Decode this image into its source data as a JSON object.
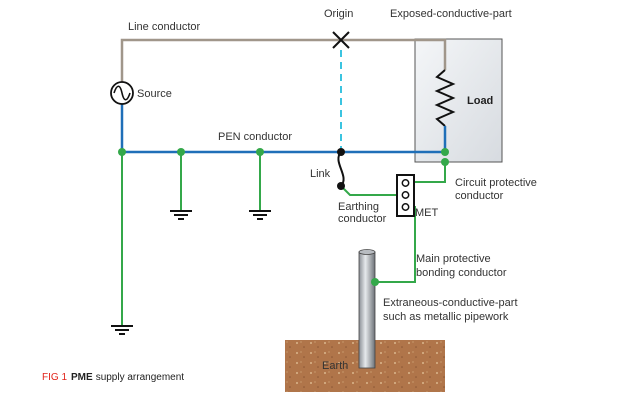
{
  "labels": {
    "line_conductor": "Line conductor",
    "origin": "Origin",
    "exposed_part": "Exposed-conductive-part",
    "source": "Source",
    "load": "Load",
    "pen_conductor": "PEN conductor",
    "link": "Link",
    "earthing_line1": "Earthing",
    "earthing_line2": "conductor",
    "met": "MET",
    "cpc_line1": "Circuit protective",
    "cpc_line2": "conductor",
    "mpb_line1": "Main protective",
    "mpb_line2": "bonding conductor",
    "ecp_line1": "Extraneous-conductive-part",
    "ecp_line2": "such as metallic pipework",
    "earth": "Earth"
  },
  "caption": {
    "fig": "FIG 1",
    "title_bold": "PME",
    "title_rest": "supply arrangement"
  },
  "colors": {
    "line": "#a0968a",
    "pen": "#1f6fb8",
    "earth_green": "#34a84a",
    "dashed": "#3bc4e0",
    "soil": "#b0754a",
    "caption_red": "#e2231a"
  }
}
